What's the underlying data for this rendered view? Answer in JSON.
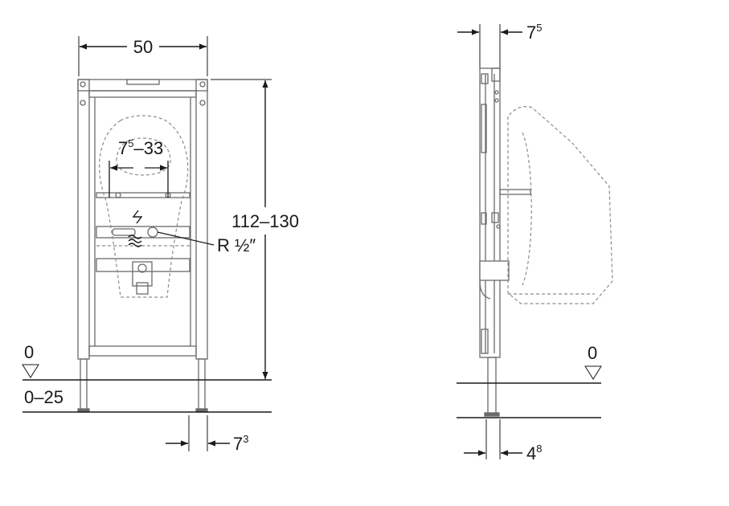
{
  "colors": {
    "line": "#1a1a1a",
    "frame": "#6a6a6a",
    "dashed": "#8c8c8c",
    "background": "#ffffff"
  },
  "front_view": {
    "width_dim": "50",
    "spout_dim_base": "7",
    "spout_dim_sup": "5",
    "spout_dim_rest": "–33",
    "height_dim": "112–130",
    "connection_label": "R ½″",
    "floor_label": "0",
    "floor_range": "0–25",
    "foot_dim_base": "7",
    "foot_dim_sup": "3"
  },
  "side_view": {
    "depth_dim_base": "7",
    "depth_dim_sup": "5",
    "floor_label": "0",
    "foot_dim_base": "4",
    "foot_dim_sup": "8"
  }
}
